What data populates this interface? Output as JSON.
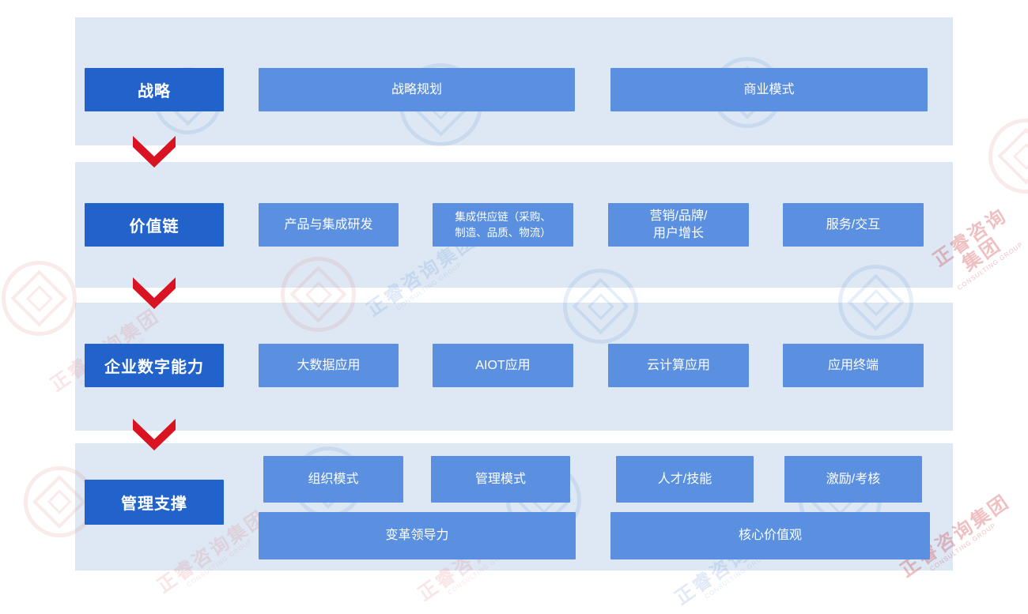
{
  "diagram": {
    "rows": [
      {
        "label": "战略",
        "items": [
          {
            "text": "战略规划"
          },
          {
            "text": "商业模式"
          }
        ]
      },
      {
        "label": "价值链",
        "items": [
          {
            "text": "产品与集成研发"
          },
          {
            "text": "集成供应链（采购、\n制造、品质、物流）"
          },
          {
            "text": "营销/品牌/\n用户增长"
          },
          {
            "text": "服务/交互"
          }
        ]
      },
      {
        "label": "企业数字能力",
        "items": [
          {
            "text": "大数据应用"
          },
          {
            "text": "AIOT应用"
          },
          {
            "text": "云计算应用"
          },
          {
            "text": "应用终端"
          }
        ]
      },
      {
        "label": "管理支撑",
        "items": [
          {
            "text": "组织模式"
          },
          {
            "text": "管理模式"
          },
          {
            "text": "人才/技能"
          },
          {
            "text": "激励/考核"
          }
        ],
        "wide_items": [
          {
            "text": "变革领导力"
          },
          {
            "text": "核心价值观"
          }
        ]
      }
    ],
    "arrow_count": 3
  },
  "watermark": {
    "cn": "正睿咨询集团",
    "en": "CONSULTING GROUP"
  },
  "colors": {
    "panel_bg": "#dde8f4",
    "label_box_bg": "#2263cb",
    "item_box_bg": "#5b90e1",
    "arrow_red": "#d91322",
    "box_text": "#ffffff",
    "page_bg": "#ffffff"
  }
}
